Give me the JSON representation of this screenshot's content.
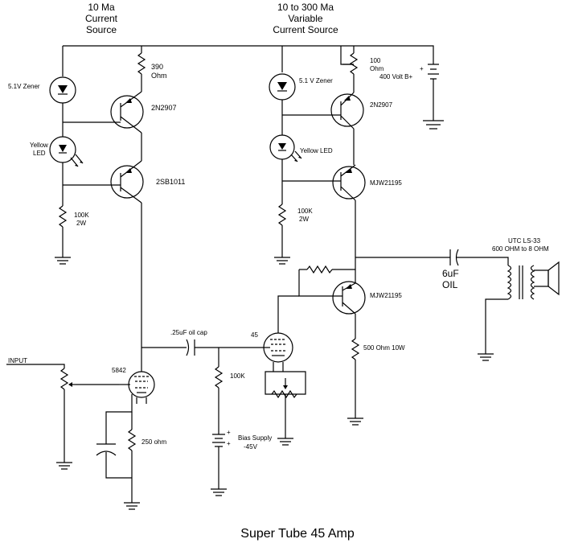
{
  "title": "Super Tube 45 Amp",
  "headers": {
    "left": [
      "10 Ma",
      "Current",
      "Source"
    ],
    "right": [
      "10 to 300 Ma",
      "Variable",
      "Current Source"
    ]
  },
  "labels": {
    "zener_left": "5.1V Zener",
    "led_left": [
      "Yellow",
      "LED"
    ],
    "r390": [
      "390",
      "Ohm"
    ],
    "q2n2907_left": "2N2907",
    "q2sb1011": "2SB1011",
    "r100k_left": [
      "100K",
      "2W"
    ],
    "zener_right": "5.1 V Zener",
    "led_right": "Yellow LED",
    "r100ohm": [
      "100",
      "Ohm"
    ],
    "bplus": "400 Volt B+",
    "q2n2907_right": "2N2907",
    "mjw_upper": "MJW21195",
    "r100k_right": [
      "100K",
      "2W"
    ],
    "mjw_lower": "MJW21195",
    "r500": "500 Ohm 10W",
    "cap_out": [
      "6uF",
      "OIL"
    ],
    "transformer": [
      "UTC LS-33",
      "600 OHM to 8 OHM"
    ],
    "input": "INPUT",
    "tube_5842": "5842",
    "cap_oil": ".25uF oil cap",
    "tube_45": "45",
    "r100k_grid": "100K",
    "bias": [
      "Bias Supply",
      "-45V"
    ],
    "r250": "250 ohm",
    "plus": "+"
  }
}
